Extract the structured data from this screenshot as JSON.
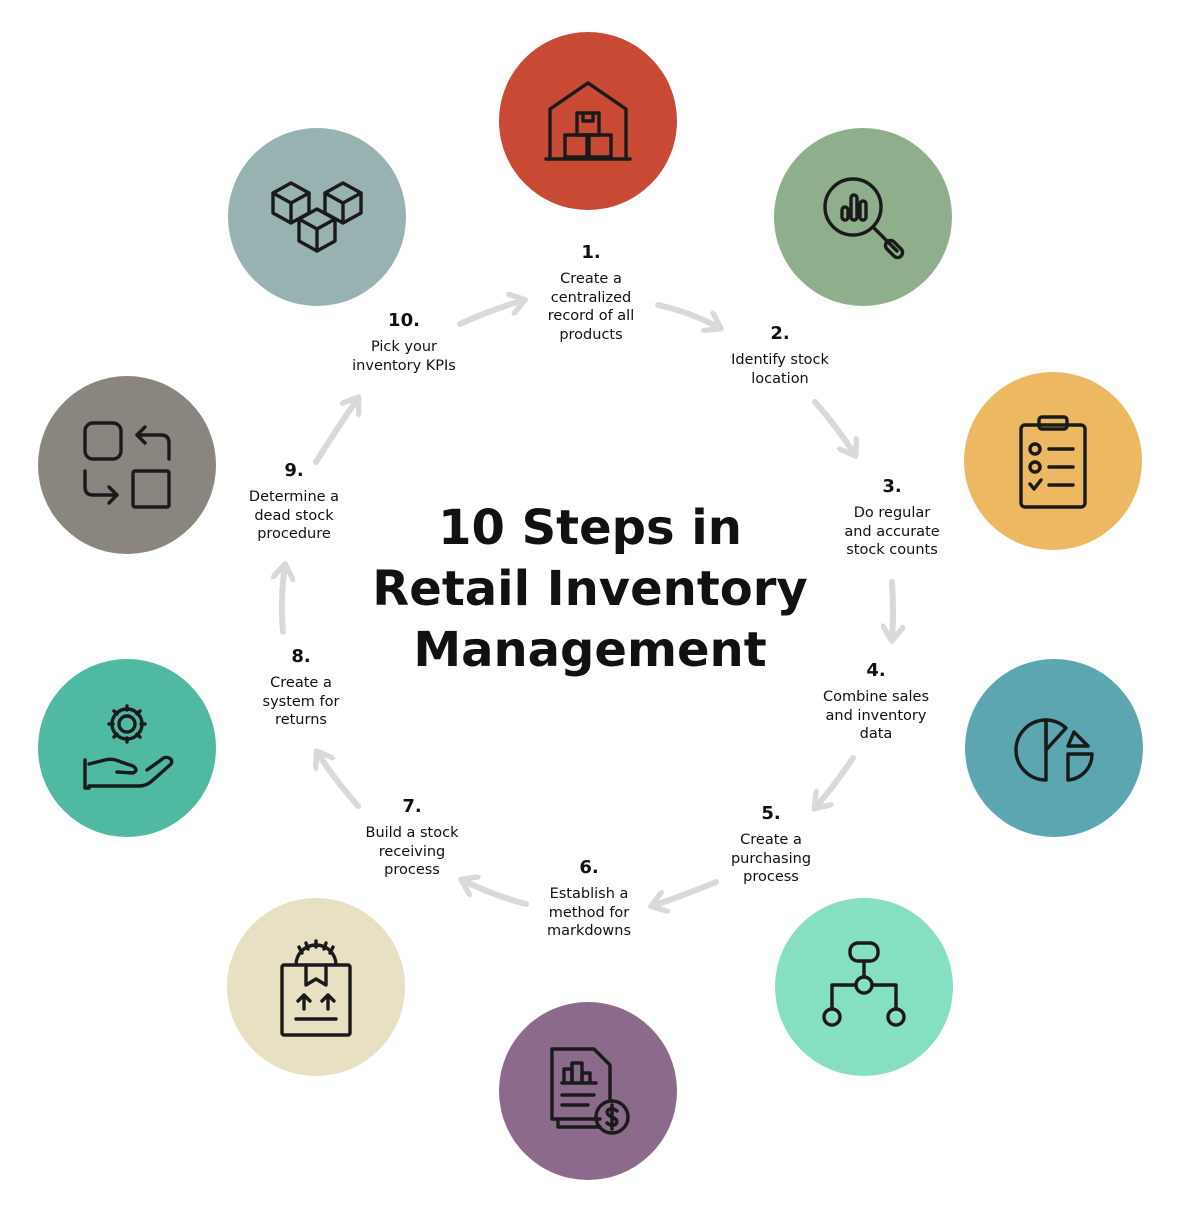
{
  "title": {
    "line1": "10 Steps in",
    "line2": "Retail Inventory",
    "line3": "Management"
  },
  "steps": [
    {
      "num": "1.",
      "text": "Create a\ncentralized\nrecord of all\nproducts",
      "icon": "warehouse-icon",
      "color": "#c84a35"
    },
    {
      "num": "2.",
      "text": "Identify stock\nlocation",
      "icon": "magnifier-chart-icon",
      "color": "#8fae8b"
    },
    {
      "num": "3.",
      "text": "Do regular\nand accurate\nstock counts",
      "icon": "clipboard-checklist-icon",
      "color": "#ecb862"
    },
    {
      "num": "4.",
      "text": "Combine sales\nand inventory\ndata",
      "icon": "pie-chart-icon",
      "color": "#5ba6b0"
    },
    {
      "num": "5.",
      "text": "Create a\npurchasing\nprocess",
      "icon": "flowchart-icon",
      "color": "#86dfc3"
    },
    {
      "num": "6.",
      "text": "Establish a\nmethod for\nmarkdowns",
      "icon": "invoice-dollar-icon",
      "color": "#8c6a8c"
    },
    {
      "num": "7.",
      "text": "Build a stock\nreceiving\nprocess",
      "icon": "package-gear-icon",
      "color": "#e8e0c3"
    },
    {
      "num": "8.",
      "text": "Create a\nsystem for\nreturns",
      "icon": "hand-gear-icon",
      "color": "#4fb9a2"
    },
    {
      "num": "9.",
      "text": "Determine a\ndead stock\nprocedure",
      "icon": "swap-shapes-icon",
      "color": "#8b8580"
    },
    {
      "num": "10.",
      "text": "Pick your\ninventory KPIs",
      "icon": "cubes-icon",
      "color": "#97b2b0"
    }
  ],
  "arrow_color": "#d9d9d9"
}
